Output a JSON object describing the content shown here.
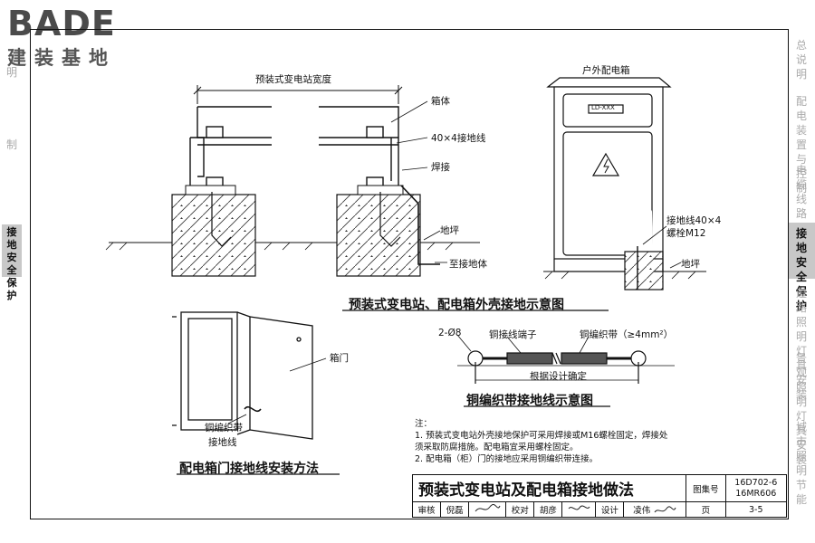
{
  "logo": {
    "brand": "BADE",
    "sub": "建装基地"
  },
  "right_tabs": [
    {
      "label": "总说明",
      "active": false
    },
    {
      "label": "配电装置与控制",
      "active": false
    },
    {
      "label": "电缆线路",
      "active": false
    },
    {
      "label": "接地安全保护",
      "active": true
    },
    {
      "label": "道路照明灯具安装",
      "active": false
    },
    {
      "label": "景观照明灯具安装",
      "active": false
    },
    {
      "label": "城市照明节能",
      "active": false
    }
  ],
  "left_tabs": [
    {
      "label": "明",
      "active": false
    },
    {
      "label": "制",
      "active": false
    },
    {
      "label": "接地安全保护",
      "active": true
    }
  ],
  "fig1": {
    "width_label": "预装式变电站宽度",
    "box_label": "箱体",
    "ground_wire": "40×4接地线",
    "weld": "焊接",
    "ground_surface": "地坪",
    "to_grounding": "至接地体",
    "outdoor_box": "户外配电箱",
    "box_tag": "LD-XXX",
    "ground_wire2": "接地线40×4",
    "bolt": "螺栓M12",
    "ground_surface2": "地坪",
    "caption": "预装式变电站、配电箱外壳接地示意图"
  },
  "fig2": {
    "door_label": "箱门",
    "braid_label": "铜编织带",
    "braid_label2": "接地线",
    "caption": "配电箱门接地线安装方法"
  },
  "fig3": {
    "hole": "2-Ø8",
    "terminal": "铜接线端子",
    "braid": "铜编织带（≥4mm²）",
    "length": "根据设计确定",
    "caption": "铜编织带接地线示意图"
  },
  "notes": {
    "title": "注：",
    "items": [
      "1.  预装式变电站外壳接地保护可采用焊接或M16螺栓固定，焊接处",
      "     须采取防腐措施。配电箱宜采用螺栓固定。",
      "2.  配电箱（柜）门的接地应采用铜编织带连接。"
    ]
  },
  "title_block": {
    "title": "预装式变电站及配电箱接地做法",
    "atlas_label": "图集号",
    "atlas_no": "16D702-6",
    "atlas_no2": "16MR606",
    "review_label": "审核",
    "reviewer": "倪磊",
    "check_label": "校对",
    "checker": "胡彦",
    "design_label": "设计",
    "designer": "凌伟",
    "page_label": "页",
    "page_no": "3-5"
  }
}
